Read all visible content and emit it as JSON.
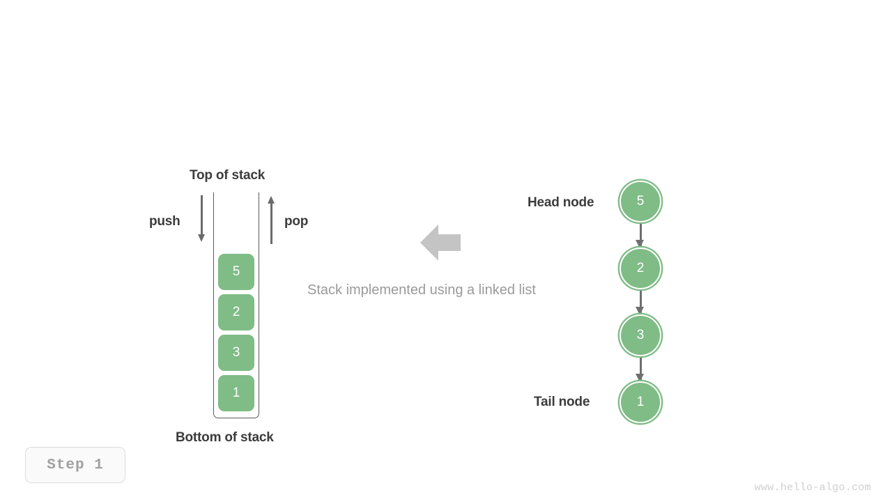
{
  "page": {
    "background": "#ffffff",
    "watermark": "www.hello-algo.com",
    "step_badge": "Step 1"
  },
  "theme": {
    "node_green": "#7fbc86",
    "arrow_gray": "#6b6b6b",
    "label_dark": "#3c3c3c",
    "muted_gray": "#9a9a9a",
    "big_arrow_gray": "#c4c4c4"
  },
  "caption": {
    "text": "Stack implemented using a linked list"
  },
  "center_arrow": {
    "icon": "arrow-left-block-icon",
    "direction": "left"
  },
  "stack": {
    "top_label": "Top of stack",
    "bottom_label": "Bottom of stack",
    "push_label": "push",
    "pop_label": "pop",
    "push_icon": "arrow-down-icon",
    "pop_icon": "arrow-up-icon",
    "items": [
      {
        "value": "5"
      },
      {
        "value": "2"
      },
      {
        "value": "3"
      },
      {
        "value": "1"
      }
    ]
  },
  "linked_list": {
    "head_label": "Head node",
    "tail_label": "Tail node",
    "link_icon": "arrow-down-icon",
    "nodes": [
      {
        "value": "5"
      },
      {
        "value": "2"
      },
      {
        "value": "3"
      },
      {
        "value": "1"
      }
    ]
  }
}
